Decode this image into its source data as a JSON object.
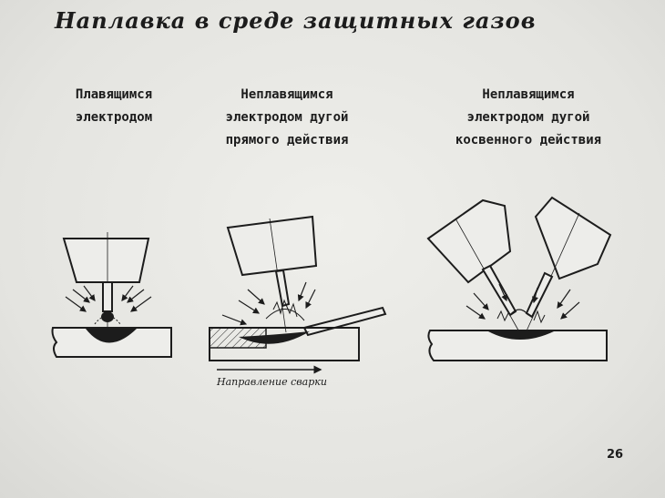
{
  "title": "Наплавка в среде защитных газов",
  "captions": [
    {
      "lines": [
        "Плавящимся",
        "электродом"
      ]
    },
    {
      "lines": [
        "Неплавящимся",
        "электродом дугой",
        "прямого действия"
      ]
    },
    {
      "lines": [
        "Неплавящимся",
        "электродом дугой",
        "косвенного действия"
      ]
    }
  ],
  "direction_label": "Направление сварки",
  "page_number": "26",
  "colors": {
    "ink": "#1c1c1c",
    "background": "#e6e6e2"
  }
}
